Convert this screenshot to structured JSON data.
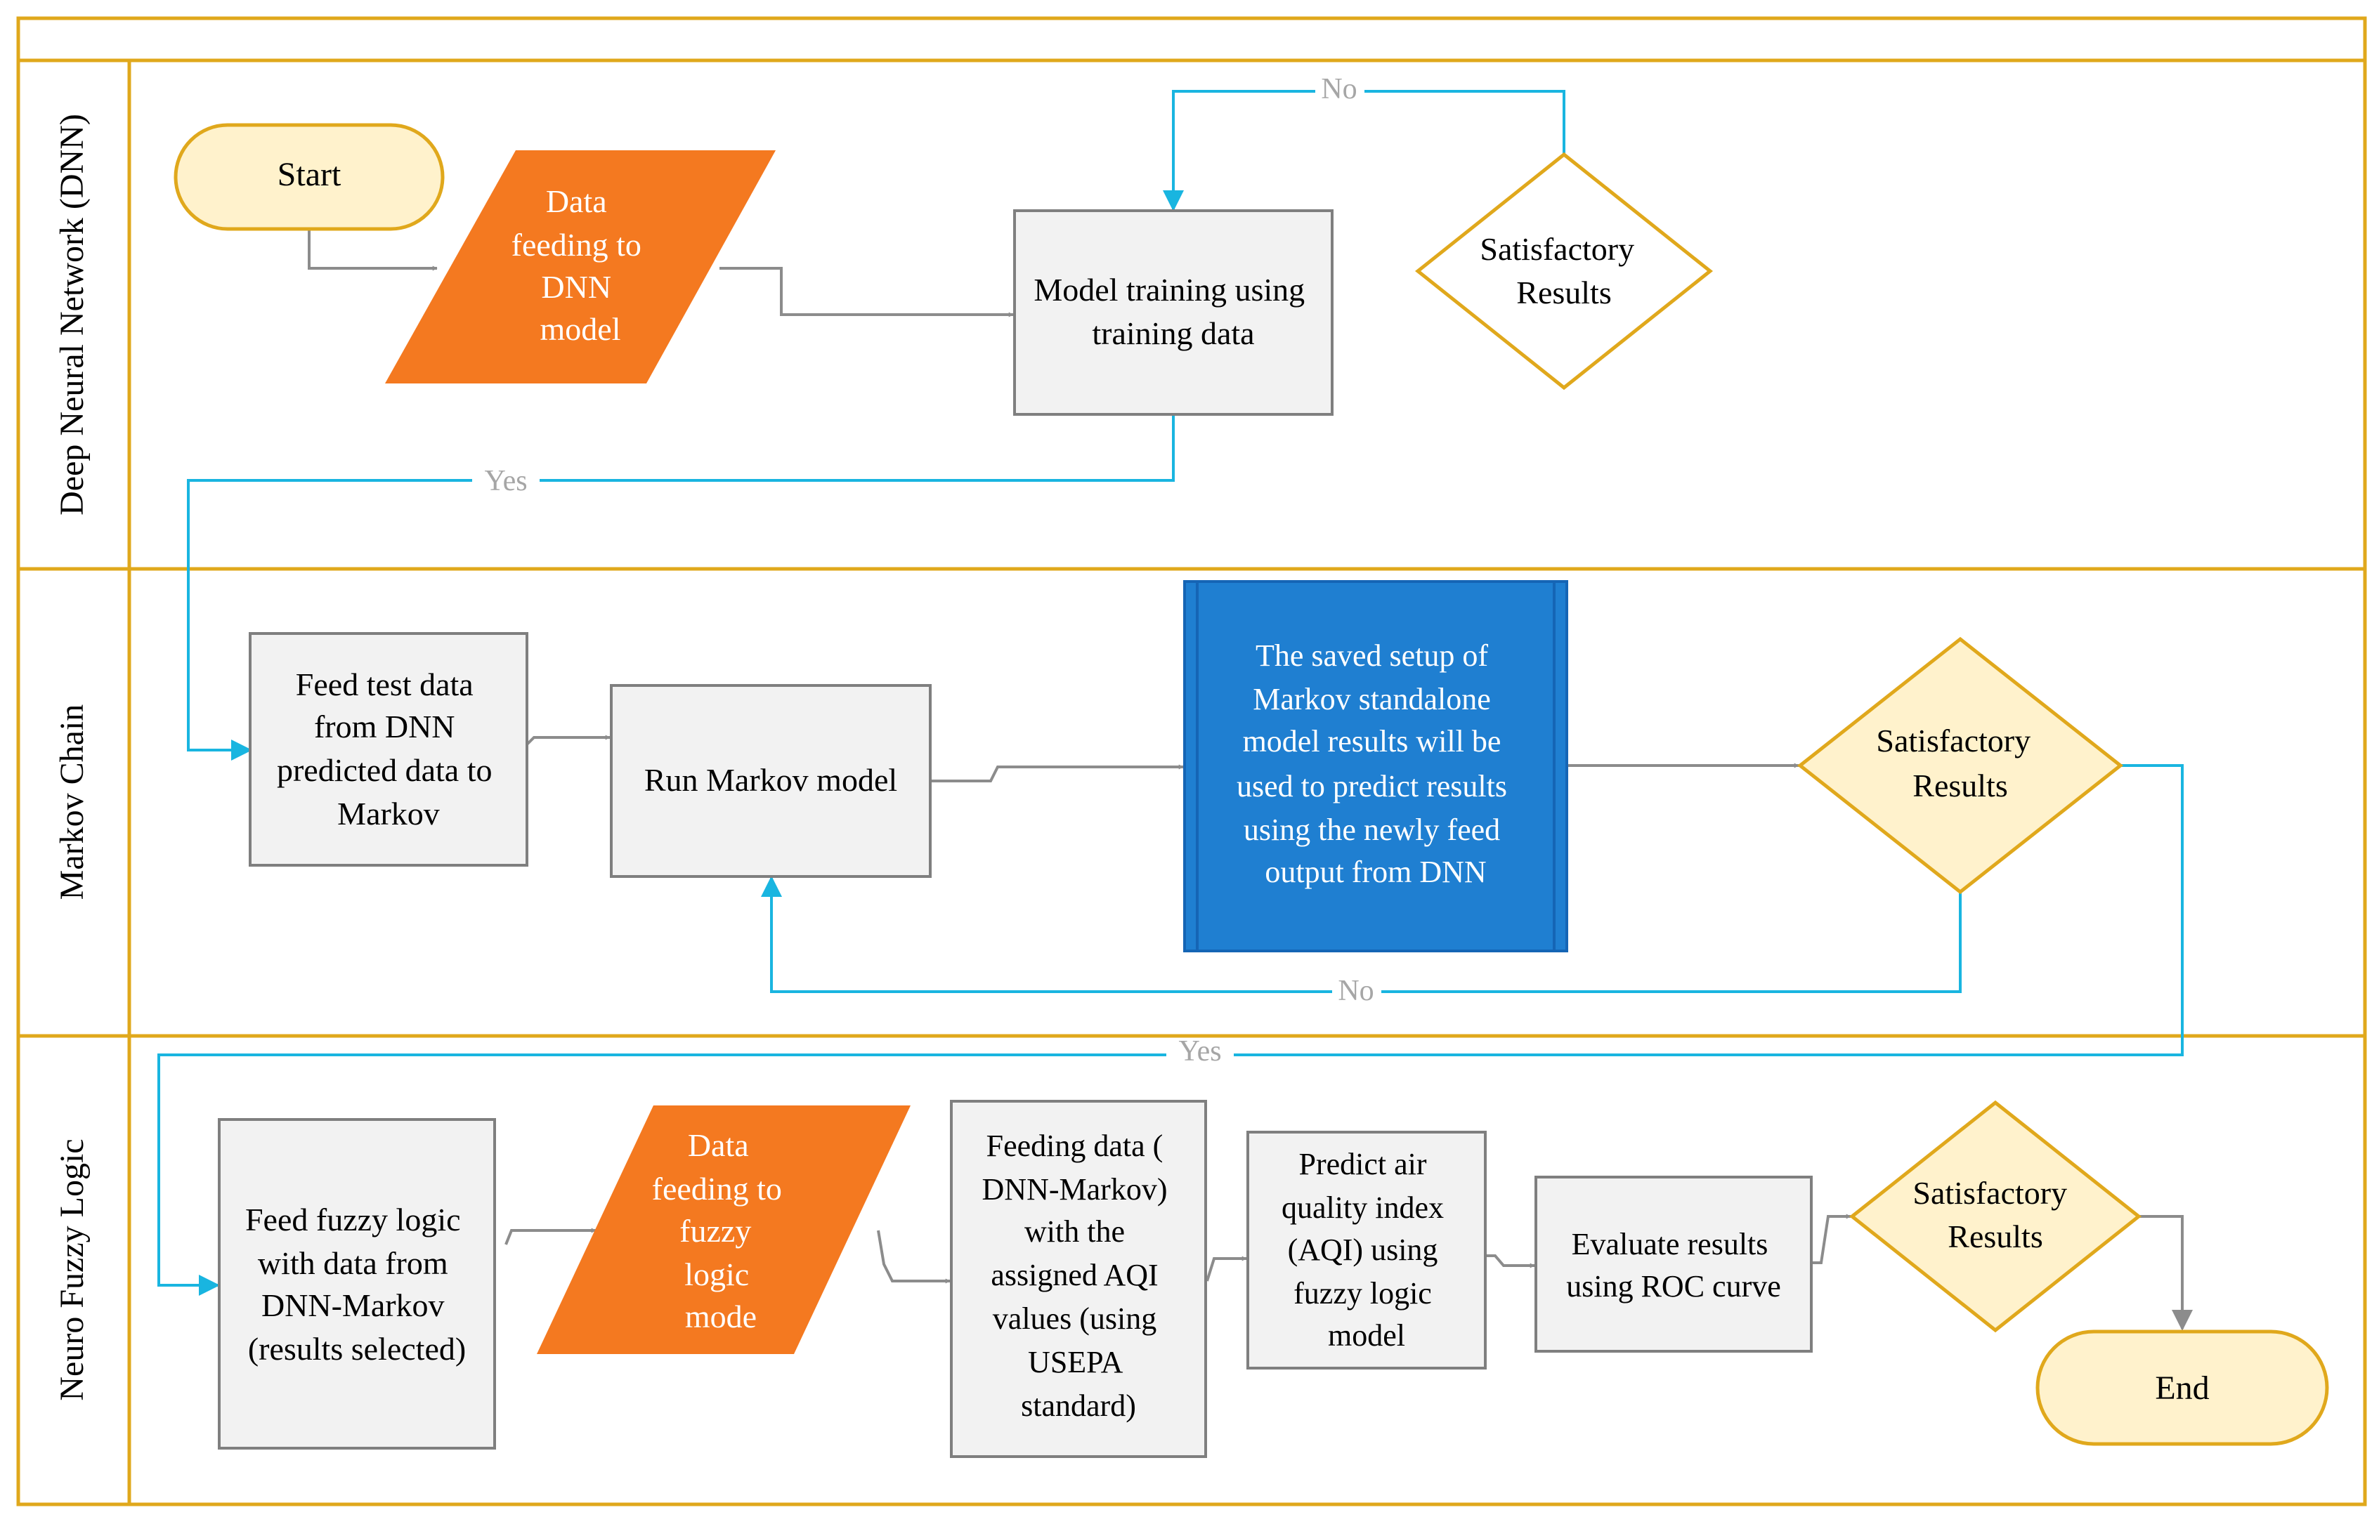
{
  "lanes": [
    {
      "label": "Deep Neural Network (DNN)"
    },
    {
      "label": "Markov Chain"
    },
    {
      "label": "Neuro Fuzzy Logic"
    }
  ],
  "nodes": {
    "start": {
      "text": "Start"
    },
    "data_dnn": {
      "lines": [
        "Data",
        "feeding to",
        "DNN",
        "model"
      ]
    },
    "model_training": {
      "lines": [
        "Model training using",
        "training data"
      ]
    },
    "sat1": {
      "lines": [
        "Satisfactory",
        "Results"
      ]
    },
    "feed_test": {
      "lines": [
        "Feed test data",
        "from DNN",
        "predicted data to",
        "Markov"
      ]
    },
    "run_markov": {
      "lines": [
        "Run Markov model"
      ]
    },
    "saved_setup": {
      "lines": [
        "The saved setup of",
        "Markov standalone",
        "model results will be",
        "used to predict results",
        "using the newly feed",
        "output from DNN"
      ]
    },
    "sat2": {
      "lines": [
        "Satisfactory",
        "Results"
      ]
    },
    "feed_fuzzy": {
      "lines": [
        "Feed fuzzy logic",
        "with data from",
        "DNN-Markov",
        "(results selected)"
      ]
    },
    "data_fuzzy": {
      "lines": [
        "Data",
        "feeding to",
        "fuzzy",
        "logic",
        "mode"
      ]
    },
    "feeding_data": {
      "lines": [
        "Feeding data (",
        "DNN-Markov)",
        "with the",
        "assigned AQI",
        "values (using",
        "USEPA",
        "standard)"
      ]
    },
    "predict_aqi": {
      "lines": [
        "Predict air",
        "quality index",
        "(AQI) using",
        "fuzzy logic",
        "model"
      ]
    },
    "evaluate": {
      "lines": [
        "Evaluate results",
        "using ROC curve"
      ]
    },
    "sat3": {
      "lines": [
        "Satisfactory",
        "Results"
      ]
    },
    "end": {
      "text": "End"
    }
  },
  "edge_labels": {
    "no1": "No",
    "yes1": "Yes",
    "no2": "No",
    "yes2": "Yes"
  },
  "colors": {
    "lane_border": "#e0a81c",
    "process_fill": "#f2f2f2",
    "process_stroke": "#7f7f7f",
    "terminal_fill": "#fff2cc",
    "data_fill": "#f47920",
    "highlight_fill": "#1f7fd1",
    "decision_stroke": "#e0a81c",
    "loop_line": "#19b5e0",
    "flow_line": "#8c8c8c"
  }
}
